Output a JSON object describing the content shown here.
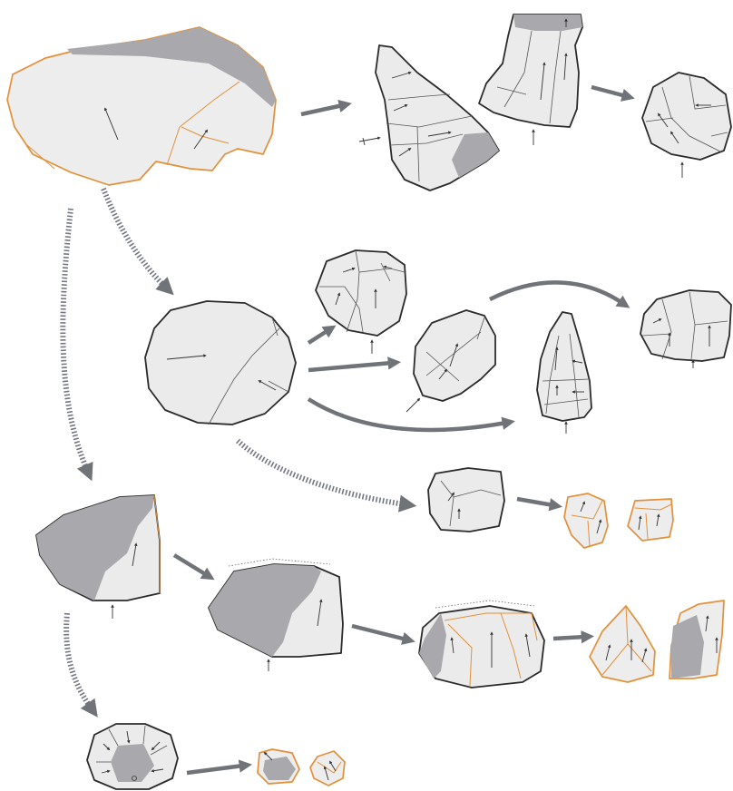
{
  "figure": {
    "colors": {
      "background": "#ffffff",
      "artifact_fill": "#ebebeb",
      "cortex_fill": "#a8a8ad",
      "orange_outline": "#e2903a",
      "dark_outline": "#2b2b2b",
      "flow_arrow": "#707377"
    },
    "nodes": [
      "source-block",
      "elongated-flake",
      "blade-core",
      "small-core-top",
      "disc-core",
      "small-core-upper",
      "flake-center",
      "pointed-blade",
      "core-right",
      "small-block-mid",
      "small-flake-a",
      "small-flake-b",
      "cortex-block",
      "cortex-core",
      "flat-core",
      "triangular-flake",
      "cortical-flake",
      "radial-core-small",
      "tiny-flake-a",
      "tiny-flake-b"
    ],
    "edges": [
      {
        "from": "source-block",
        "to": "blade-core",
        "style": "solid"
      },
      {
        "from": "blade-core",
        "to": "small-core-top",
        "style": "solid"
      },
      {
        "from": "source-block",
        "to": "disc-core",
        "style": "dotted"
      },
      {
        "from": "source-block",
        "to": "cortex-block",
        "style": "dotted"
      },
      {
        "from": "disc-core",
        "to": "small-core-upper",
        "style": "solid"
      },
      {
        "from": "disc-core",
        "to": "flake-center",
        "style": "solid"
      },
      {
        "from": "disc-core",
        "to": "pointed-blade",
        "style": "solid"
      },
      {
        "from": "flake-center",
        "to": "core-right",
        "style": "solid"
      },
      {
        "from": "disc-core",
        "to": "small-block-mid",
        "style": "dotted"
      },
      {
        "from": "small-block-mid",
        "to": "small-flake-a",
        "style": "solid"
      },
      {
        "from": "cortex-block",
        "to": "cortex-core",
        "style": "solid"
      },
      {
        "from": "cortex-core",
        "to": "flat-core",
        "style": "solid"
      },
      {
        "from": "flat-core",
        "to": "triangular-flake",
        "style": "solid"
      },
      {
        "from": "cortex-block",
        "to": "radial-core-small",
        "style": "dotted"
      },
      {
        "from": "radial-core-small",
        "to": "tiny-flake-a",
        "style": "solid"
      }
    ]
  }
}
